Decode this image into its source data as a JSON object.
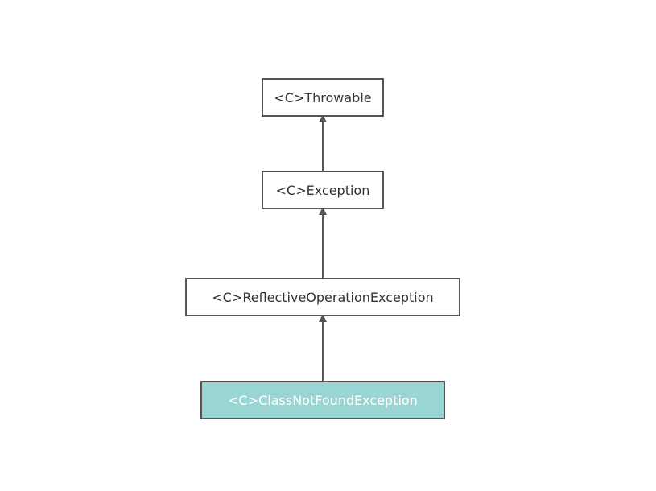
{
  "diagram": {
    "nodes": {
      "throwable": "<C>Throwable",
      "exception": "<C>Exception",
      "reflective": "<C>ReflectiveOperationException",
      "classnotfound": "<C>ClassNotFoundException"
    },
    "highlight_color": "#99d6d3",
    "edge_color": "#555555",
    "edges": [
      {
        "from": "exception",
        "to": "throwable",
        "type": "inheritance"
      },
      {
        "from": "reflective",
        "to": "exception",
        "type": "inheritance"
      },
      {
        "from": "classnotfound",
        "to": "reflective",
        "type": "inheritance"
      }
    ]
  }
}
